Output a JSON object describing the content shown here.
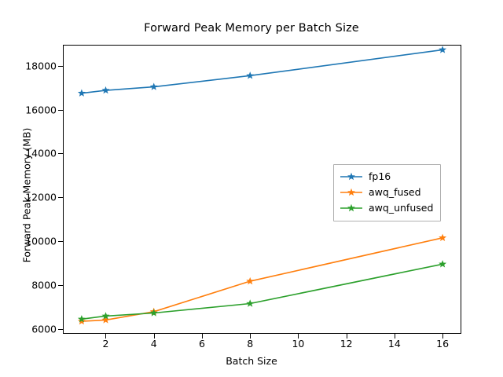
{
  "chart_data": {
    "type": "line",
    "title": "Forward Peak Memory per Batch Size",
    "xlabel": "Batch Size",
    "ylabel": "Forward Peak Memory (MB)",
    "x": [
      1,
      2,
      4,
      8,
      16
    ],
    "xlim": [
      0.22,
      16.78
    ],
    "ylim": [
      5770,
      18960
    ],
    "xticks": [
      2,
      4,
      6,
      8,
      10,
      12,
      14,
      16
    ],
    "yticks": [
      6000,
      8000,
      10000,
      12000,
      14000,
      16000,
      18000
    ],
    "grid": false,
    "legend_position": "center-right",
    "marker": "star",
    "series": [
      {
        "name": "fp16",
        "color": "#1f77b4",
        "values": [
          16750,
          16880,
          17040,
          17550,
          18730
        ]
      },
      {
        "name": "awq_fused",
        "color": "#ff7f0e",
        "values": [
          6340,
          6400,
          6780,
          8170,
          10150
        ]
      },
      {
        "name": "awq_unfused",
        "color": "#2ca02c",
        "values": [
          6440,
          6580,
          6720,
          7150,
          8950
        ]
      }
    ]
  },
  "legend": {
    "items": [
      {
        "label": "fp16"
      },
      {
        "label": "awq_fused"
      },
      {
        "label": "awq_unfused"
      }
    ]
  }
}
